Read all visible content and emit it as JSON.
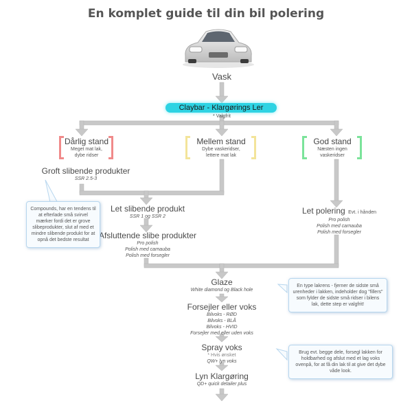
{
  "title": "En komplet guide til din bil polering",
  "nodes": {
    "vask": "Vask",
    "claybar": "Claybar - Klargørings Ler",
    "claybar_sub": "* Valgfrit",
    "bad": {
      "title": "Dårlig stand",
      "lines": [
        "Meget mat lak,",
        "dybe ridser"
      ],
      "color": "#f08a8a"
    },
    "medium": {
      "title": "Mellem stand",
      "lines": [
        "Dybe vaskeridser,",
        "lettere mat lak"
      ],
      "color": "#f3e49a"
    },
    "good": {
      "title": "God stand",
      "lines": [
        "Næsten ingen",
        "vaskeridser"
      ],
      "color": "#7be39a"
    },
    "coarse": {
      "title": "Groft slibende produkter",
      "sub": "SSR 2.5-3"
    },
    "light_abrasive": {
      "title": "Let slibende produkt",
      "sub": "SSR 1 og SSR 2"
    },
    "finishing": {
      "title": "Afsluttende slibe produkter",
      "items": [
        "Pro polish",
        "Polish med carnauba",
        "Polish med forsegler"
      ]
    },
    "light_polish": {
      "title": "Let polering",
      "title_note": "Evt. i hånden",
      "items": [
        "Pro polish",
        "Polish med carnauba",
        "Polish med forsegler"
      ]
    },
    "glaze": {
      "title": "Glaze",
      "sub": "White diamond og Black hole"
    },
    "sealant": {
      "title": "Forsejler eller voks",
      "items": [
        "Bilvoks - RØD",
        "Bilvoks - BLÅ",
        "Bilvoks - HVID",
        "Forsejler med eller uden voks"
      ]
    },
    "spray": {
      "title": "Spray voks",
      "sub": "* Hvis ønsket",
      "items": [
        "QW+ lyn voks"
      ]
    },
    "quick": {
      "title": "Lyn Klargøring",
      "sub": "QD+ quick detailer plus"
    }
  },
  "notes": {
    "compounds": "Compounds, har en tendens til at efterlade små svirvel mærker fordi det er grove slibeprodukter, slut af med et mindre slibende produkt for at opnå det bedste resultat",
    "glaze": "En type lakrens - fjerner de sidste små urenheder i lakken, indeholder dog \"fillers\" som fylder de sidste små ridser i bilens lak, dette step er valgfrit!",
    "spray": "Brug evt. begge dele, forsegl lakken for holdbarhed og afslut med et lag voks ovenpå, for at få din lak til at give det dybe våde look."
  },
  "colors": {
    "arrow": "#c8c8c8",
    "accent": "#2ed3e3",
    "note_border": "#b7d6ee"
  }
}
